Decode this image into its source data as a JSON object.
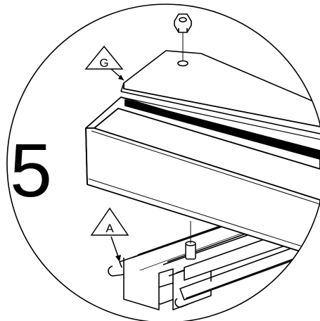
{
  "step": {
    "number": "5"
  },
  "callouts": [
    {
      "letter": "G"
    },
    {
      "letter": "A"
    }
  ],
  "colors": {
    "ink": "#000000",
    "paper": "#ffffff",
    "shade": "#d9d9d9"
  },
  "icons": [
    "hex-nut-icon",
    "bolt-icon"
  ]
}
